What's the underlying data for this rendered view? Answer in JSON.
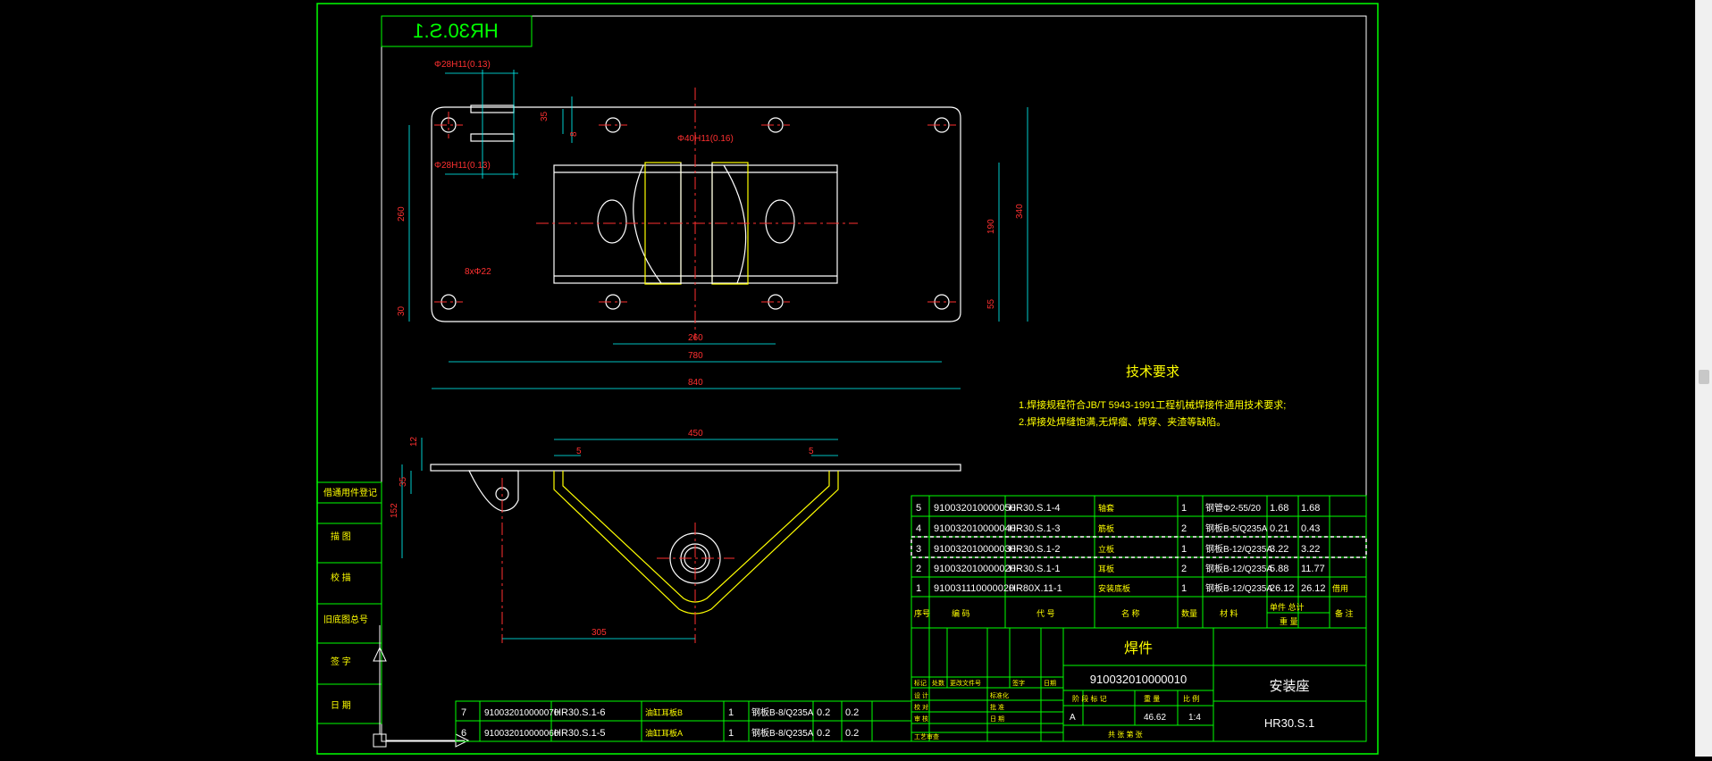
{
  "drawing": {
    "code_mirrored": "HR30.S.1",
    "tech_title": "技术要求",
    "tech_items": [
      "1.焊接规程符合JB/T 5943-1991工程机械焊接件通用技术要求;",
      "2.焊接处焊缝饱满,无焊瘤、焊穿、夹渣等缺陷。"
    ],
    "top_dims": {
      "hole_top": "Φ28H11(0.13)",
      "hole_bottom": "Φ28H11(0.13)",
      "dim_35": "35",
      "dim_8": "8",
      "dim_center_hole": "Φ40H11(0.16)",
      "dim_260v": "260",
      "dim_30v": "30",
      "dim_holes": "8xΦ22",
      "dim_190": "190",
      "dim_340": "340",
      "dim_55": "55",
      "dim_260h": "260",
      "dim_780": "780",
      "dim_840": "840"
    },
    "side_dims": {
      "dim_450": "450",
      "dim_5a": "5",
      "dim_5b": "5",
      "dim_12": "12",
      "dim_35": "35",
      "dim_152": "152",
      "dim_305": "305"
    },
    "left_stamps": [
      "借通用件登记",
      "描  图",
      "校  描",
      "旧底图总号",
      "签  字",
      "日  期"
    ],
    "bom_rows": [
      {
        "no": "5",
        "code": "910032010000050",
        "part": "HR30.S.1-4",
        "name": "轴套",
        "qty": "1",
        "material": "钢管Φ2-55/20",
        "unit": "1.68",
        "total": "1.68",
        "note": ""
      },
      {
        "no": "4",
        "code": "910032010000040",
        "part": "HR30.S.1-3",
        "name": "筋板",
        "qty": "2",
        "material": "钢板B-5/Q235A",
        "unit": "0.21",
        "total": "0.43",
        "note": ""
      },
      {
        "no": "3",
        "code": "910032010000030",
        "part": "HR30.S.1-2",
        "name": "立板",
        "qty": "1",
        "material": "钢板B-12/Q235A",
        "unit": "3.22",
        "total": "3.22",
        "note": ""
      },
      {
        "no": "2",
        "code": "910032010000020",
        "part": "HR30.S.1-1",
        "name": "耳板",
        "qty": "2",
        "material": "钢板B-12/Q235A",
        "unit": "5.88",
        "total": "11.77",
        "note": ""
      },
      {
        "no": "1",
        "code": "910031110000020",
        "part": "HR80X.11-1",
        "name": "安装底板",
        "qty": "1",
        "material": "钢板B-12/Q235A",
        "unit": "26.12",
        "total": "26.12",
        "note": "借用"
      }
    ],
    "bom_header": {
      "no": "序号",
      "code": "编  码",
      "part": "代  号",
      "name": "名  称",
      "qty": "数量",
      "material": "材  料",
      "weight_top": "单件  总计",
      "weight_label": "重  量",
      "note": "备  注"
    },
    "lower_bom_rows": [
      {
        "no": "7",
        "code": "910032010000070",
        "part": "HR30.S.1-6",
        "name": "油缸耳板B",
        "qty": "1",
        "material": "钢板B-8/Q235A",
        "unit": "0.2",
        "total": "0.2"
      },
      {
        "no": "6",
        "code": "910032010000060",
        "part": "HR30.S.1-5",
        "name": "油缸耳板A",
        "qty": "1",
        "material": "钢板B-8/Q235A",
        "unit": "0.2",
        "total": "0.2"
      }
    ],
    "title_block": {
      "type_label": "焊件",
      "drawing_number": "910032010000010",
      "part_name": "安装座",
      "part_code": "HR30.S.1",
      "stage_label": "A",
      "weight": "46.62",
      "scale": "1:4",
      "stage_header": "阶 段 标 记",
      "weight_header": "重 量",
      "scale_header": "比 例",
      "sheet_info": "共  张  第  张",
      "labels_row": [
        "标记",
        "处数",
        "更改文件号",
        "签字",
        "日期"
      ],
      "signer_rows": [
        "设 计",
        "校 对",
        "审 核",
        "工艺审查"
      ],
      "signer_rows_right": [
        "标准化",
        "批 准",
        "日 期",
        ""
      ]
    },
    "colors": {
      "frame": "#00ff00",
      "dimension": "#ff3030",
      "outline": "#ffffff",
      "weld": "#ffff00",
      "text": "#00ff00"
    }
  }
}
